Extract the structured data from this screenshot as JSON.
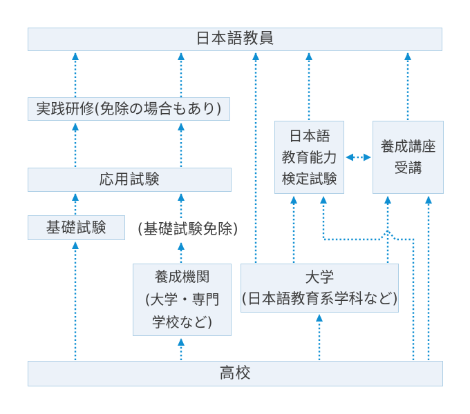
{
  "colors": {
    "arrow_blue": "#0f8fd2",
    "box_fill": "#ecf2f9",
    "box_border": "#aecfe6",
    "text": "#3b3b3b",
    "background": "#ffffff"
  },
  "nodes": {
    "japanese_teacher": {
      "label": "日本語教員"
    },
    "practical_training": {
      "label": "実践研修(免除の場合もあり)"
    },
    "applied_exam": {
      "label": "応用試験"
    },
    "basic_exam": {
      "label": "基礎試験"
    },
    "basic_exam_exemption": {
      "label": "(基礎試験免除)"
    },
    "certification_exam": {
      "lines": [
        "日本語",
        "教育能力",
        "検定試験"
      ]
    },
    "training_course": {
      "lines": [
        "養成講座",
        "受講"
      ]
    },
    "training_institution": {
      "lines": [
        "養成機関",
        "(大学・専門",
        "学校など)"
      ]
    },
    "university": {
      "lines": [
        "大学",
        "(日本語教育系学科など)"
      ]
    },
    "high_school": {
      "label": "高校"
    }
  }
}
